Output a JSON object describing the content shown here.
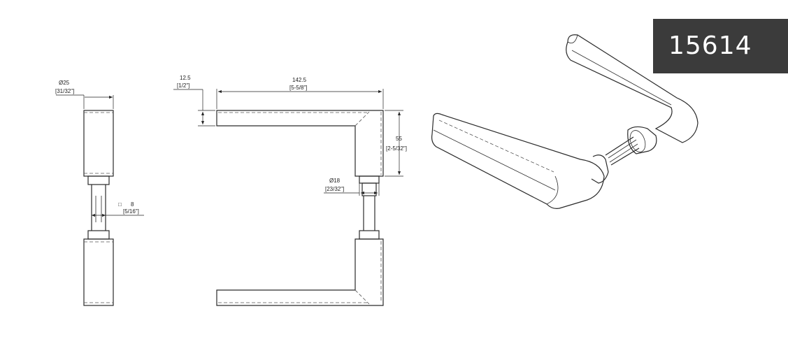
{
  "product_code": "15614",
  "dimensions": {
    "rose_diameter": {
      "metric": "Ø25",
      "imperial": "[31/32\"]"
    },
    "spindle": {
      "metric": "8",
      "imperial": "[5/16\"]"
    },
    "lever_thickness": {
      "metric": "12.5",
      "imperial": "[1/2\"]"
    },
    "lever_length": {
      "metric": "142.5",
      "imperial": "[5-5/8\"]"
    },
    "lever_height": {
      "metric": "55",
      "imperial": "[2-5/32\"]"
    },
    "neck_diameter": {
      "metric": "Ø18",
      "imperial": "[23/32\"]"
    }
  },
  "square_symbol": "□"
}
